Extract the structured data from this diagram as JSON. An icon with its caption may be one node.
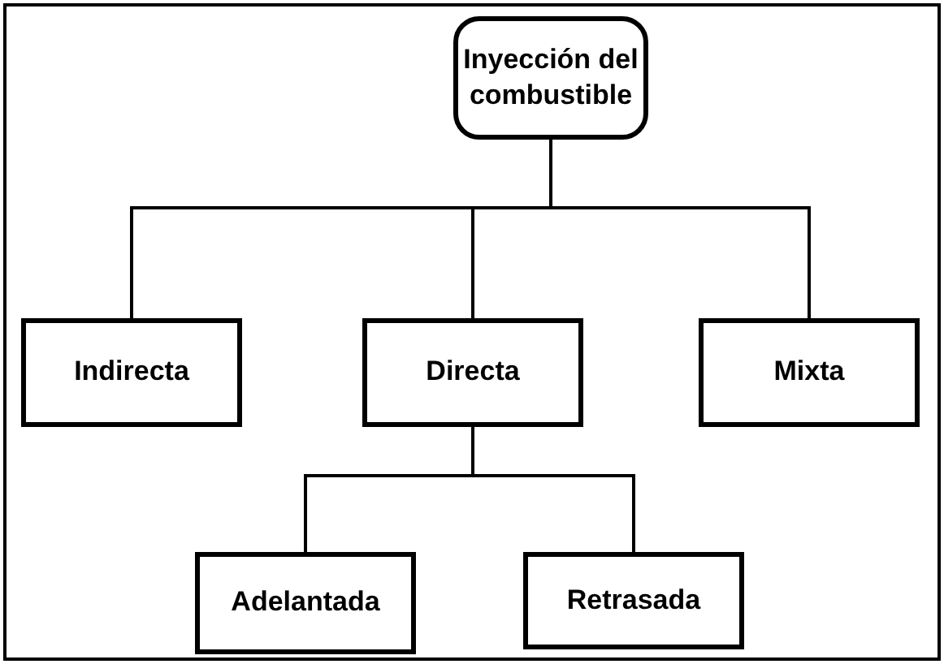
{
  "diagram": {
    "nodes": [
      {
        "text": [
          "Inyección del combustible"
        ]
      },
      {
        "text": [
          "Indirecta"
        ]
      },
      {
        "text": [
          "Directa"
        ]
      },
      {
        "text": [
          "Mixta"
        ]
      },
      {
        "text": [
          "Adelantada"
        ]
      },
      {
        "text": [
          "Retrasada"
        ]
      }
    ],
    "edges": [
      {
        "from": 0,
        "to": 1,
        "arrow": "none"
      },
      {
        "from": 0,
        "to": 2,
        "arrow": "none"
      },
      {
        "from": 0,
        "to": 3,
        "arrow": "none"
      },
      {
        "from": 2,
        "to": 4,
        "arrow": "none"
      },
      {
        "from": 2,
        "to": 5,
        "arrow": "none"
      }
    ]
  }
}
